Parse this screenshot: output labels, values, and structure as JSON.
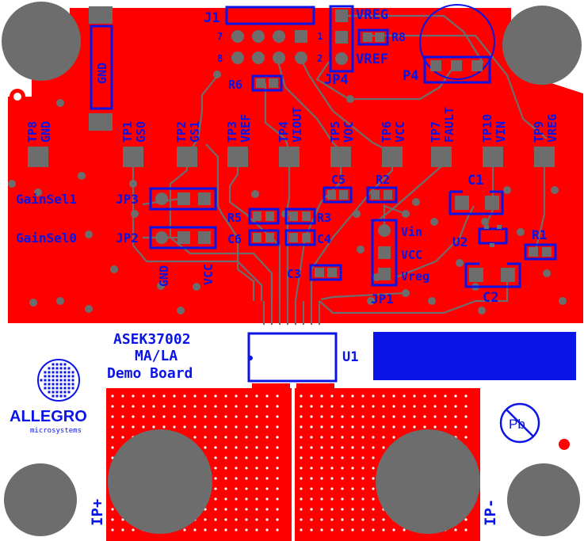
{
  "board": {
    "title_line1": "ASEK37002",
    "title_line2": "MA/LA",
    "title_line3": "Demo Board",
    "u1": "U1",
    "ip_plus": "IP+",
    "ip_minus": "IP-",
    "pb": "Pb",
    "logo_text": "ALLEGRO",
    "logo_sub": "microsystems",
    "colors": {
      "copper": "#ff0000",
      "silk": "#0a14e6",
      "pad": "#6d6d6d",
      "bg": "#ffffff"
    }
  },
  "test_points": [
    {
      "ref": "TP8",
      "net": "GND"
    },
    {
      "ref": "TP1",
      "net": "GS0"
    },
    {
      "ref": "TP2",
      "net": "GS1"
    },
    {
      "ref": "TP3",
      "net": "VREF"
    },
    {
      "ref": "TP4",
      "net": "VIOUT"
    },
    {
      "ref": "TP5",
      "net": "VOC"
    },
    {
      "ref": "TP6",
      "net": "VCC"
    },
    {
      "ref": "TP7",
      "net": "FAULT"
    },
    {
      "ref": "TP10",
      "net": "VIN"
    },
    {
      "ref": "TP9",
      "net": "VREG"
    }
  ],
  "labels": {
    "j1": "J1",
    "j1_pin7": "7",
    "j1_pin1": "1",
    "j1_pin8": "8",
    "j1_pin2": "2",
    "vreg_top": "VREG",
    "r8": "R8",
    "vref_top": "VREF",
    "jp4": "JP4",
    "p4": "P4",
    "r6": "R6",
    "gnd_top": "GND",
    "gainsel1": "GainSel1",
    "gainsel0": "GainSel0",
    "jp3": "JP3",
    "jp2": "JP2",
    "gnd_bottom": "GND",
    "vcc_bottom": "VCC",
    "c5": "C5",
    "r2": "R2",
    "c1": "C1",
    "r5": "R5",
    "r3": "R3",
    "c6": "C6",
    "c4": "C4",
    "c3": "C3",
    "vin": "Vin",
    "vcc": "VCC",
    "vreg": "Vreg",
    "jp1": "JP1",
    "u2": "U2",
    "r1": "R1",
    "c2": "C2"
  }
}
